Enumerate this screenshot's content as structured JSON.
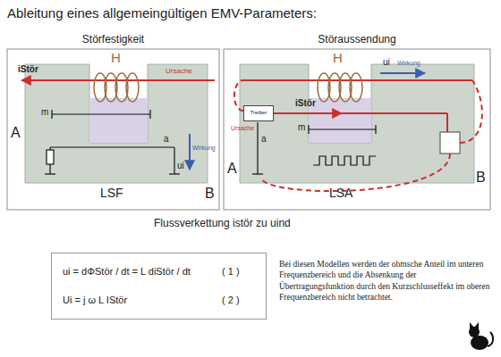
{
  "diagram": {
    "title": "Ableitung eines allgemeingültigen EMV-Parameters:",
    "nodes": [
      {
        "text": [
          "Störfestigkeit"
        ]
      },
      {
        "text": [
          "Störaussendung"
        ]
      },
      {
        "text": [
          "Treiber"
        ],
        "in": 1
      },
      {
        "text": [
          "ui = dΦStör / dt  =  L diStör / dt",
          "( 1 )",
          "Ui = j ω L IStör",
          "( 2 )"
        ]
      }
    ],
    "labels": [
      "iStör",
      "Ursache",
      "H",
      "m",
      "a",
      "ui",
      "Wirkung",
      "A",
      "LSF",
      "B",
      "H",
      "ui",
      "Wirkung",
      "m",
      "iStör",
      "Ursache",
      "a",
      "A",
      "LSA",
      "B",
      "Flussverkettung istör zu uind",
      "Bei diesen Modellen werden der ohmsche Anteil im unteren Frequenzbereich und die Absenkung der Übertragungsfunktion durch den Kurzschlusseffekt im oberen Frequenzbereich nicht betrachtet."
    ]
  }
}
